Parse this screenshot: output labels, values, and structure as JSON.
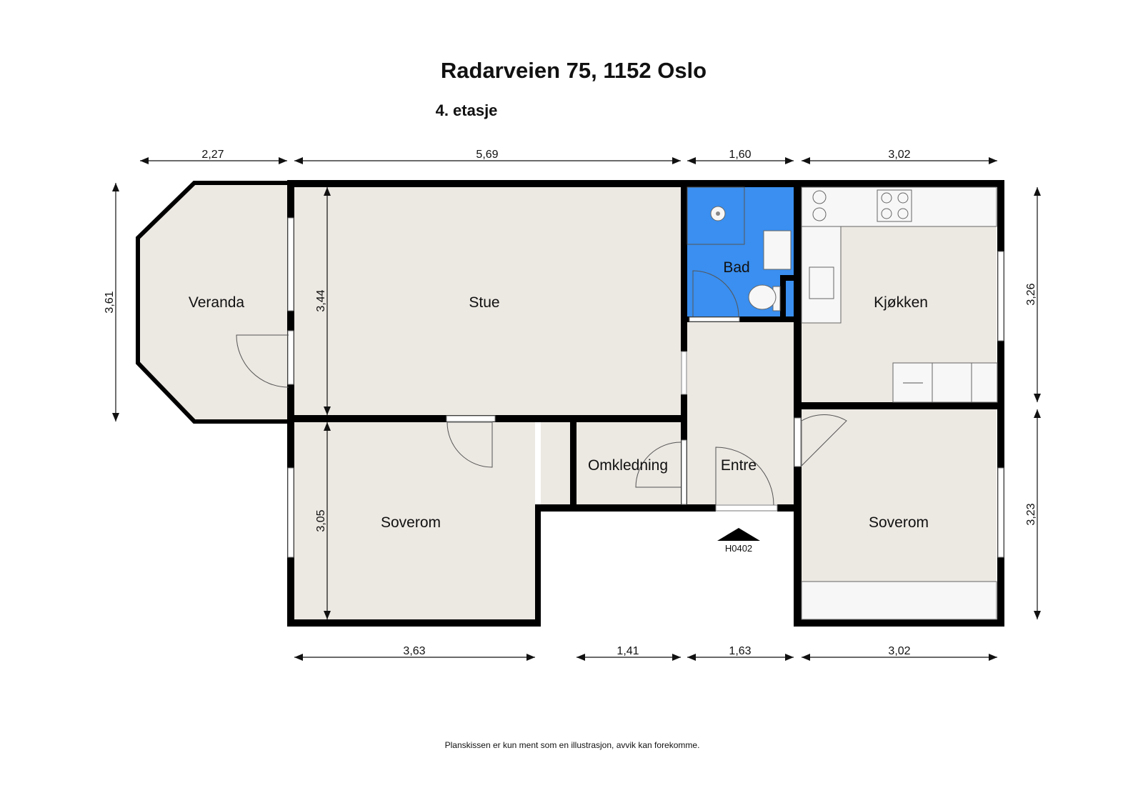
{
  "header": {
    "title": "Radarveien 75, 1152 Oslo",
    "floor": "4. etasje"
  },
  "rooms": {
    "veranda": "Veranda",
    "stue": "Stue",
    "bad": "Bad",
    "kjokken": "Kjøkken",
    "soverom_left": "Soverom",
    "omkledning": "Omkledning",
    "entre": "Entre",
    "soverom_right": "Soverom"
  },
  "dimensions": {
    "top": [
      "2,27",
      "5,69",
      "1,60",
      "3,02"
    ],
    "bottom": [
      "3,63",
      "1,41",
      "1,63",
      "3,02"
    ],
    "left": "3,61",
    "stue_height": "3,44",
    "soverom_height": "3,05",
    "right_upper": "3,26",
    "right_lower": "3,23"
  },
  "entrance_code": "H0402",
  "footer": {
    "note": "Planskissen er kun ment som en illustrasjon, avvik kan forekomme."
  }
}
